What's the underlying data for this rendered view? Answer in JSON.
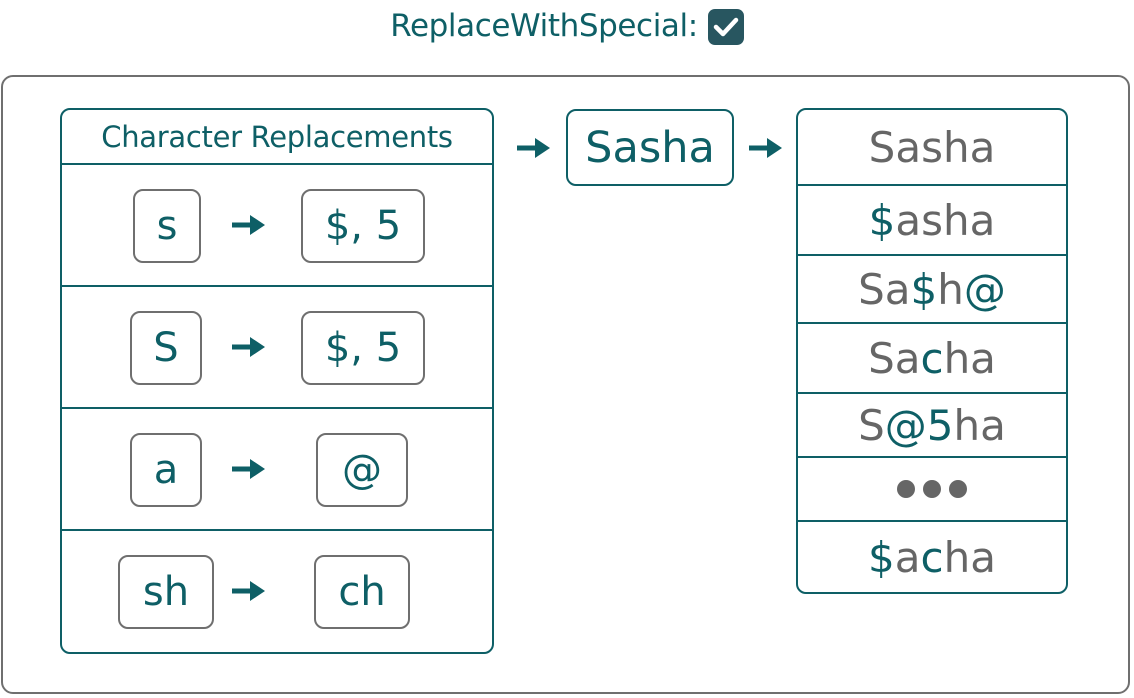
{
  "header": {
    "label": "ReplaceWithSpecial:",
    "checked": true,
    "checkbox_color": "#285660"
  },
  "colors": {
    "accent": "#0e5f66",
    "neutral": "#666666",
    "border": "#6f6f6f"
  },
  "replacements": {
    "title": "Character Replacements",
    "rows": [
      {
        "from": "s",
        "to": "$, 5"
      },
      {
        "from": "S",
        "to": "$, 5"
      },
      {
        "from": "a",
        "to": "@"
      },
      {
        "from": "sh",
        "to": "ch"
      }
    ]
  },
  "input": {
    "value": "Sasha"
  },
  "outputs": {
    "items": [
      {
        "segments": [
          {
            "text": "Sasha",
            "highlight": false
          }
        ]
      },
      {
        "segments": [
          {
            "text": "$",
            "highlight": true
          },
          {
            "text": "asha",
            "highlight": false
          }
        ]
      },
      {
        "segments": [
          {
            "text": "Sa",
            "highlight": false
          },
          {
            "text": "$",
            "highlight": true
          },
          {
            "text": "h",
            "highlight": false
          },
          {
            "text": "@",
            "highlight": true
          }
        ]
      },
      {
        "segments": [
          {
            "text": "Sa",
            "highlight": false
          },
          {
            "text": "c",
            "highlight": true
          },
          {
            "text": "ha",
            "highlight": false
          }
        ]
      },
      {
        "segments": [
          {
            "text": "S",
            "highlight": false
          },
          {
            "text": "@5",
            "highlight": true
          },
          {
            "text": "ha",
            "highlight": false
          }
        ]
      },
      {
        "ellipsis": true
      },
      {
        "segments": [
          {
            "text": "$",
            "highlight": true
          },
          {
            "text": "a",
            "highlight": false
          },
          {
            "text": "c",
            "highlight": true
          },
          {
            "text": "ha",
            "highlight": false
          }
        ]
      }
    ],
    "ellipsis_icon": "ellipsis-dots"
  }
}
